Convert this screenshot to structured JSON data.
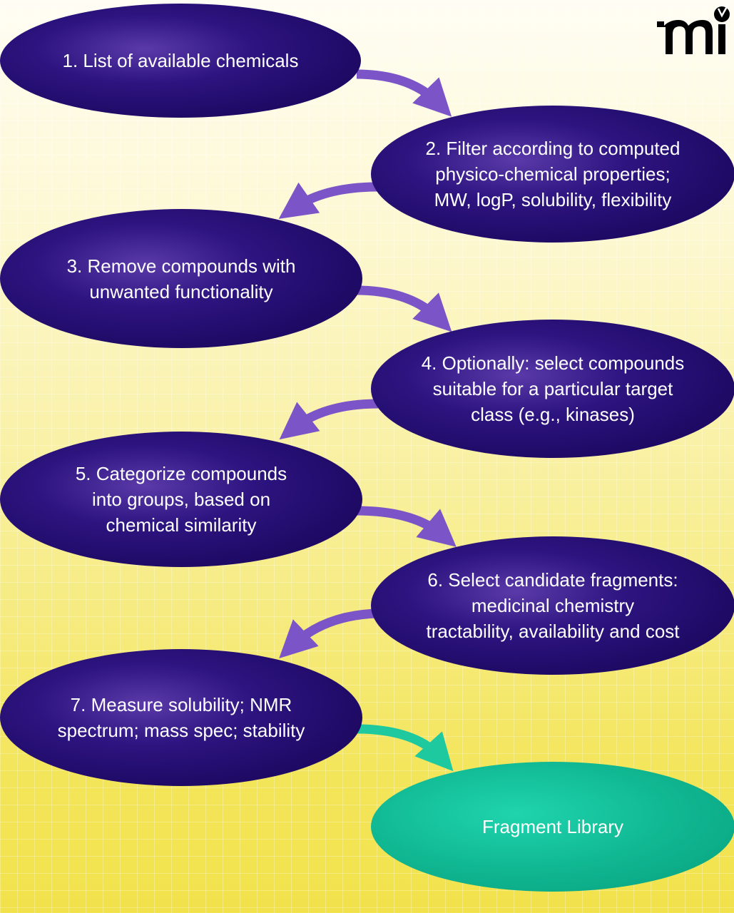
{
  "logo": "mi",
  "steps": [
    {
      "lines": [
        "1. List of available chemicals"
      ]
    },
    {
      "lines": [
        "2. Filter according to computed",
        "physico-chemical properties;",
        "MW, logP, solubility, flexibility"
      ]
    },
    {
      "lines": [
        "3. Remove compounds with",
        "unwanted functionality"
      ]
    },
    {
      "lines": [
        "4. Optionally: select compounds",
        "suitable for a particular target",
        "class (e.g., kinases)"
      ]
    },
    {
      "lines": [
        "5. Categorize compounds",
        "into groups, based on",
        "chemical similarity"
      ]
    },
    {
      "lines": [
        "6. Select candidate fragments:",
        "medicinal chemistry",
        "tractability, availability and cost"
      ]
    },
    {
      "lines": [
        "7. Measure solubility; NMR",
        "spectrum; mass spec; stability"
      ]
    }
  ],
  "result": {
    "label": "Fragment Library"
  },
  "colors": {
    "node": "#1f0a66",
    "arrow": "#7b55c8",
    "final": "#10b892",
    "final_arrow": "#1ec9a0"
  }
}
